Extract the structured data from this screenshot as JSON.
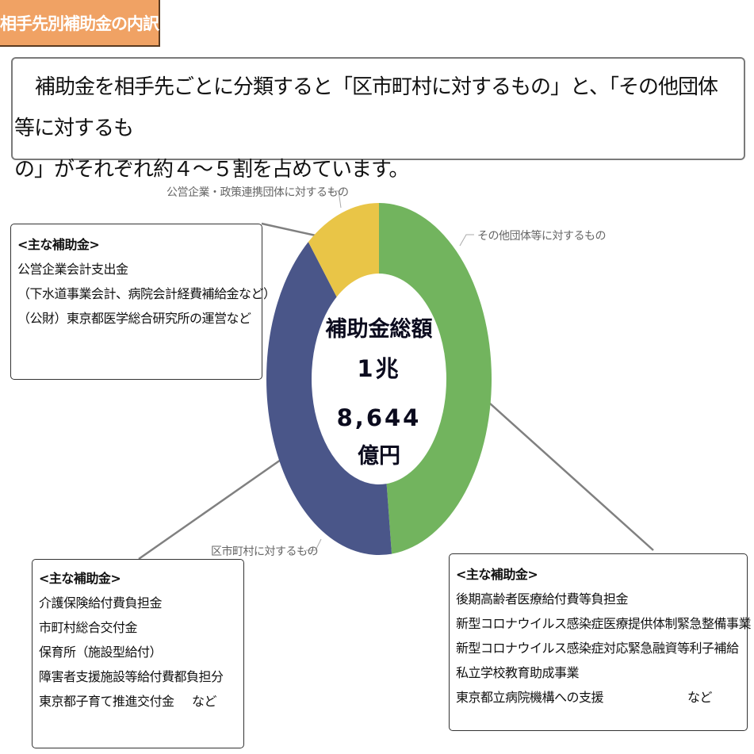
{
  "header": {
    "title": "相手先別補助金の内訳"
  },
  "summary": {
    "line1": "補助金を相手先ごとに分類すると「区市町村に対するもの」と、「その他団体等に対するも",
    "line2": "の」がそれぞれ約４～５割を占めています。"
  },
  "colors": {
    "header_bg": "#F0A264",
    "other_orgs": "#72B45E",
    "municipal": "#4A5689",
    "public_enterprise": "#E9C547",
    "leader_line": "#808080"
  },
  "center": {
    "line1": "補助金総額",
    "line2": "1兆8,644",
    "line3": "億円"
  },
  "chart_data": {
    "type": "pie",
    "subtype": "donut",
    "title": "相手先別補助金の内訳",
    "center_label": "補助金総額 1兆8,644億円",
    "total": 18644,
    "unit": "億円",
    "categories": [
      "その他団体等に対するもの",
      "区市町村に対するもの",
      "公営企業・政策連携団体に対するもの"
    ],
    "values": [
      48.2,
      41.0,
      10.8
    ],
    "value_unit": "% (estimated from slice angles)",
    "colors": [
      "#72B45E",
      "#4A5689",
      "#E9C547"
    ],
    "start_angle": "12 o'clock, clockwise",
    "legend": "none (leader-line labels)"
  },
  "labels": {
    "public_enterprise": "公営企業・政策連携団体に対するもの",
    "other_orgs": "その他団体等に対するもの",
    "municipal": "区市町村に対するもの"
  },
  "boxes": {
    "public": {
      "title": "<主な補助金>",
      "items": [
        "公営企業会計支出金",
        "（下水道事業会計、病院会計経費補給金など）",
        "（公財）東京都医学総合研究所の運営"
      ],
      "etc": "など"
    },
    "municipal": {
      "title": "<主な補助金>",
      "items": [
        "介護保険給付費負担金",
        "市町村総合交付金",
        "保育所（施設型給付）",
        "障害者支援施設等給付費都負担分",
        "東京都子育て推進交付金"
      ],
      "etc": "など"
    },
    "other": {
      "title": "<主な補助金>",
      "items": [
        "後期高齢者医療給付費等負担金",
        "新型コロナウイルス感染症医療提供体制緊急整備事業",
        "新型コロナウイルス感染症対応緊急融資等利子補給",
        "私立学校教育助成事業",
        "東京都立病院機構への支援"
      ],
      "etc": "など"
    }
  }
}
